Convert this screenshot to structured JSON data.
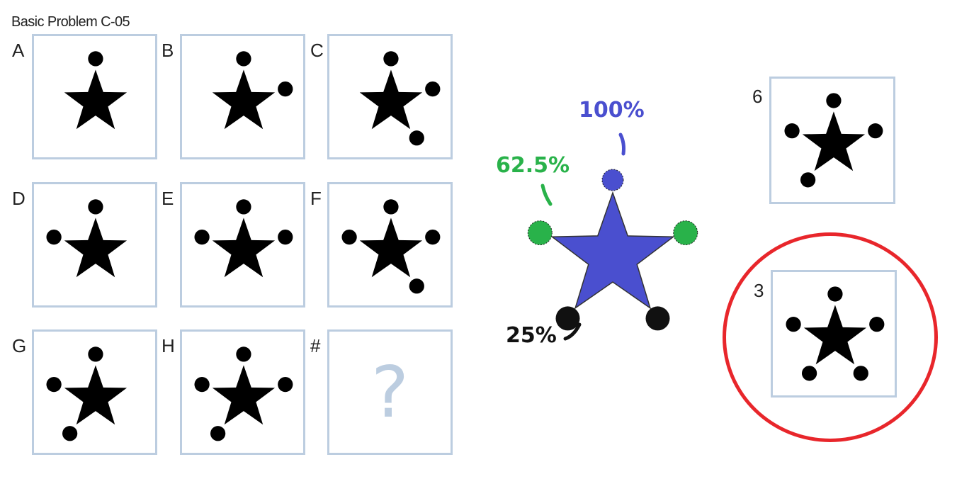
{
  "title": "Basic Problem C-05",
  "cells": [
    {
      "label": "A",
      "dots": [
        "top"
      ]
    },
    {
      "label": "B",
      "dots": [
        "top",
        "right"
      ]
    },
    {
      "label": "C",
      "dots": [
        "top",
        "right",
        "bottom-right"
      ]
    },
    {
      "label": "D",
      "dots": [
        "top",
        "left"
      ]
    },
    {
      "label": "E",
      "dots": [
        "top",
        "left",
        "right"
      ]
    },
    {
      "label": "F",
      "dots": [
        "top",
        "left",
        "right",
        "bottom-right"
      ]
    },
    {
      "label": "G",
      "dots": [
        "top",
        "left",
        "bottom-left"
      ]
    },
    {
      "label": "H",
      "dots": [
        "top",
        "left",
        "right",
        "bottom-left"
      ]
    },
    {
      "label": "#",
      "question": "?"
    }
  ],
  "diagram": {
    "pct_top": "100%",
    "pct_sides": "62.5%",
    "pct_bottom": "25%",
    "colors": {
      "top": "#4a4fcf",
      "sides": "#29b24a",
      "bottom": "#111111",
      "star": "#4a4fcf"
    }
  },
  "answers": [
    {
      "label": "6",
      "dots": [
        "top",
        "left",
        "right",
        "bottom-left"
      ]
    },
    {
      "label": "3",
      "dots": [
        "top",
        "left",
        "right",
        "bottom-left",
        "bottom-right"
      ],
      "selected": true
    }
  ],
  "colors": {
    "border": "#bccde0",
    "highlight": "#e8262b"
  }
}
